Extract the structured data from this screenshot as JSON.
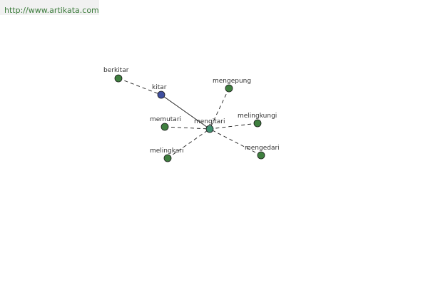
{
  "header": {
    "url": "http://www.artikata.com"
  },
  "graph": {
    "colors": {
      "center": "#3f8f6f",
      "linked": "#3f4f9f",
      "leaf": "#3f7f3f",
      "stroke": "#1a1a1a"
    },
    "nodes": [
      {
        "id": "mengitari",
        "label": "mengitari",
        "role": "center"
      },
      {
        "id": "kitar",
        "label": "kitar",
        "role": "linked"
      },
      {
        "id": "berkitar",
        "label": "berkitar",
        "role": "leaf"
      },
      {
        "id": "mengepung",
        "label": "mengepung",
        "role": "leaf"
      },
      {
        "id": "memutari",
        "label": "memutari",
        "role": "leaf"
      },
      {
        "id": "melingkungi",
        "label": "melingkungi",
        "role": "leaf"
      },
      {
        "id": "melingkari",
        "label": "melingkari",
        "role": "leaf"
      },
      {
        "id": "mengedari",
        "label": "mengedari",
        "role": "leaf"
      }
    ],
    "edges": [
      {
        "from": "kitar",
        "to": "mengitari",
        "style": "solid"
      },
      {
        "from": "berkitar",
        "to": "kitar",
        "style": "dashed"
      },
      {
        "from": "mengepung",
        "to": "mengitari",
        "style": "dashed"
      },
      {
        "from": "memutari",
        "to": "mengitari",
        "style": "dashed"
      },
      {
        "from": "melingkungi",
        "to": "mengitari",
        "style": "dashed"
      },
      {
        "from": "melingkari",
        "to": "mengitari",
        "style": "dashed"
      },
      {
        "from": "mengedari",
        "to": "mengitari",
        "style": "dashed"
      }
    ]
  }
}
